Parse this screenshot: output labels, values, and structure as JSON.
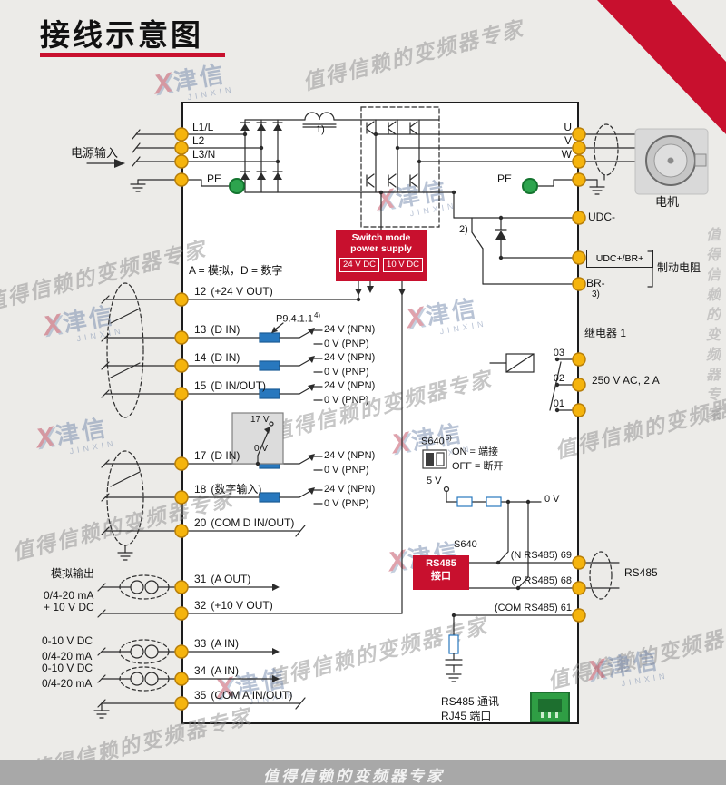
{
  "title": "接线示意图",
  "watermarks": {
    "script": "值得信赖的变频器专家",
    "brand_x": "X",
    "brand_name": "津信",
    "brand_sub": "JINXIN"
  },
  "left": {
    "power_label": "电源输入",
    "power_terminals": [
      "L1/L",
      "L2",
      "L3/N"
    ],
    "pe": "PE",
    "legend": "A = 模拟，D = 数字",
    "analog_out_1": "模拟输出",
    "analog_out_2": "0/4-20 mA",
    "ten_v": "+ 10 V DC",
    "ain1_1": "0-10 V DC",
    "ain1_2": "0/4-20 mA",
    "ain2_1": "0-10 V DC",
    "ain2_2": "0/4-20 mA"
  },
  "rows": [
    {
      "num": "12",
      "desc": "(+24 V OUT)"
    },
    {
      "num": "13",
      "desc": "(D IN)"
    },
    {
      "num": "14",
      "desc": "(D IN)"
    },
    {
      "num": "15",
      "desc": "(D IN/OUT)"
    },
    {
      "num": "17",
      "desc": "(D IN)"
    },
    {
      "num": "18",
      "desc": "(数字输入)"
    },
    {
      "num": "20",
      "desc": "(COM D IN/OUT)"
    },
    {
      "num": "31",
      "desc": "(A OUT)"
    },
    {
      "num": "32",
      "desc": "(+10 V OUT)"
    },
    {
      "num": "33",
      "desc": "(A IN)"
    },
    {
      "num": "34",
      "desc": "(A IN)"
    },
    {
      "num": "35",
      "desc": "(COM A IN/OUT)"
    }
  ],
  "npn": "24 V (NPN)",
  "pnp": "0 V (PNP)",
  "p9": "P9.4.1.1",
  "notes": {
    "n1": "1)",
    "n2": "2)",
    "n3": "3)",
    "n4": "4)",
    "n5": "5)"
  },
  "mode_box": {
    "v17": "17 V",
    "v0": "0 V"
  },
  "psu": {
    "line1": "Switch mode",
    "line2": "power supply",
    "out24": "24 V DC",
    "out10": "10 V DC"
  },
  "s640": {
    "name": "S640",
    "on": "ON = 端接",
    "off": "OFF = 断开",
    "v5": "5 V",
    "v0": "0 V"
  },
  "rs485box": {
    "line1": "RS485",
    "line2": "接口"
  },
  "right": {
    "phases": [
      "U",
      "V",
      "W"
    ],
    "pe": "PE",
    "motor": "电机",
    "udc_minus": "UDC-",
    "udc_plus": "UDC+/BR+",
    "br_minus": "BR-",
    "brake": "制动电阻",
    "relay_title": "继电器 1",
    "relay_contacts": [
      "03",
      "02",
      "01"
    ],
    "relay_rating": "250 V AC, 2 A",
    "rs485_n": "(N RS485) 69",
    "rs485_p": "(P RS485) 68",
    "rs485_com": "(COM RS485) 61",
    "rs485": "RS485",
    "rj45_line1": "RS485 通讯",
    "rj45_line2": "RJ45 端口"
  }
}
